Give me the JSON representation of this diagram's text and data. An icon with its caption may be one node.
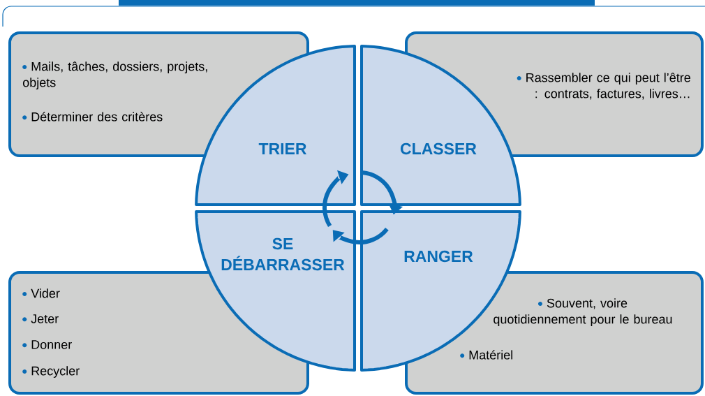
{
  "diagram": {
    "nodes": [
      {
        "text": [
          "Mails, tâches, dossiers, projets, objets",
          "Déterminer des critères"
        ]
      },
      {
        "text": [
          "Rassembler ce qui peut l’être : contrats, factures, livres…"
        ]
      },
      {
        "text": [
          "TRIER"
        ]
      },
      {
        "text": [
          "CLASSER"
        ]
      },
      {
        "text": [
          "SE DÉBARRASSER"
        ]
      },
      {
        "text": [
          "RANGER"
        ]
      },
      {
        "text": [
          "Vider",
          "Jeter",
          "Donner",
          "Recycler"
        ]
      },
      {
        "text": [
          "Souvent, voire quotidiennement pour le bureau",
          "Matériel"
        ]
      }
    ],
    "edges": [
      {
        "from": 4,
        "to": 2,
        "arrow": "to"
      },
      {
        "from": 3,
        "to": 5,
        "arrow": "to"
      },
      {
        "from": 5,
        "to": 4,
        "arrow": "to"
      }
    ]
  }
}
